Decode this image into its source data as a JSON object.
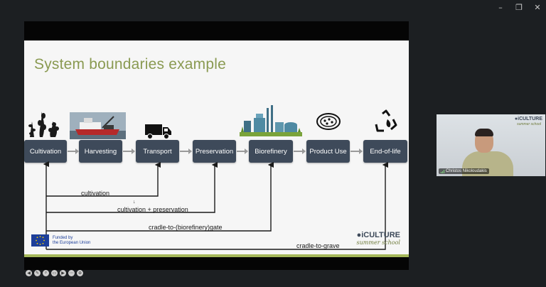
{
  "window": {
    "controls": [
      "–",
      "❐",
      "✕"
    ]
  },
  "slide": {
    "title": "System boundaries example",
    "stages": [
      "Cultivation",
      "Harvesting",
      "Transport",
      "Preservation",
      "Biorefinery",
      "Product Use",
      "End-of-life"
    ],
    "icons": [
      "seaweed-icon",
      "harvesting-vessel-image",
      "truck-icon",
      "biorefinery-icon",
      "petri-dish-icon",
      "recycle-icon"
    ],
    "boundaries": [
      "cultivation",
      "cultivation + preservation",
      "cradle-to-(biorefinery)gate",
      "cradle-to-grave"
    ],
    "eu_line1": "Funded by",
    "eu_line2": "the European Union",
    "logo_name": "●iCULTURE",
    "logo_sub": "summer school",
    "colors": {
      "title": "#8a9a52",
      "box": "#3e4a5a",
      "accent": "#a5b85a"
    }
  },
  "controls": [
    "◀",
    "✎",
    "⌕",
    "▭",
    "▶",
    "⋯",
    "⊕"
  ],
  "video": {
    "name": "Christos Nikoloudakis",
    "logo": "●iCULTURE",
    "logo_sub": "summer school"
  }
}
